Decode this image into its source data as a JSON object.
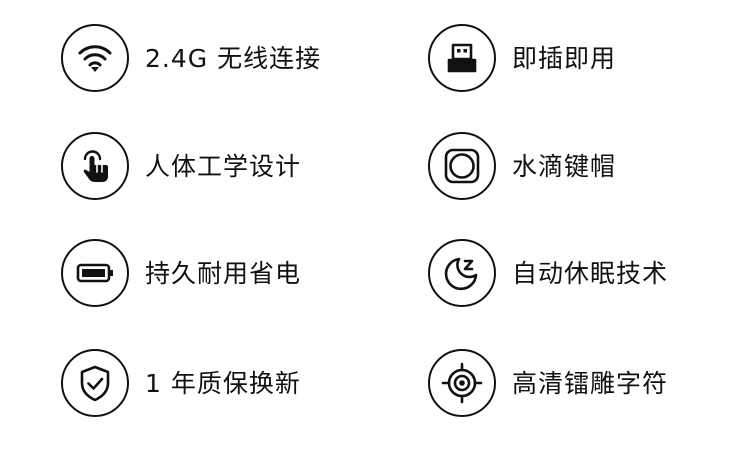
{
  "features": [
    {
      "label": "2.4G 无线连接",
      "icon": "wifi-icon"
    },
    {
      "label": "即插即用",
      "icon": "usb-receiver-icon"
    },
    {
      "label": "人体工学设计",
      "icon": "touch-hand-icon"
    },
    {
      "label": "水滴键帽",
      "icon": "keycap-icon"
    },
    {
      "label": "持久耐用省电",
      "icon": "battery-icon"
    },
    {
      "label": "自动休眠技术",
      "icon": "sleep-moon-icon"
    },
    {
      "label": "1 年质保换新",
      "icon": "shield-check-icon"
    },
    {
      "label": "高清镭雕字符",
      "icon": "target-icon"
    }
  ],
  "colors": {
    "foreground": "#111111",
    "background": "#ffffff"
  }
}
